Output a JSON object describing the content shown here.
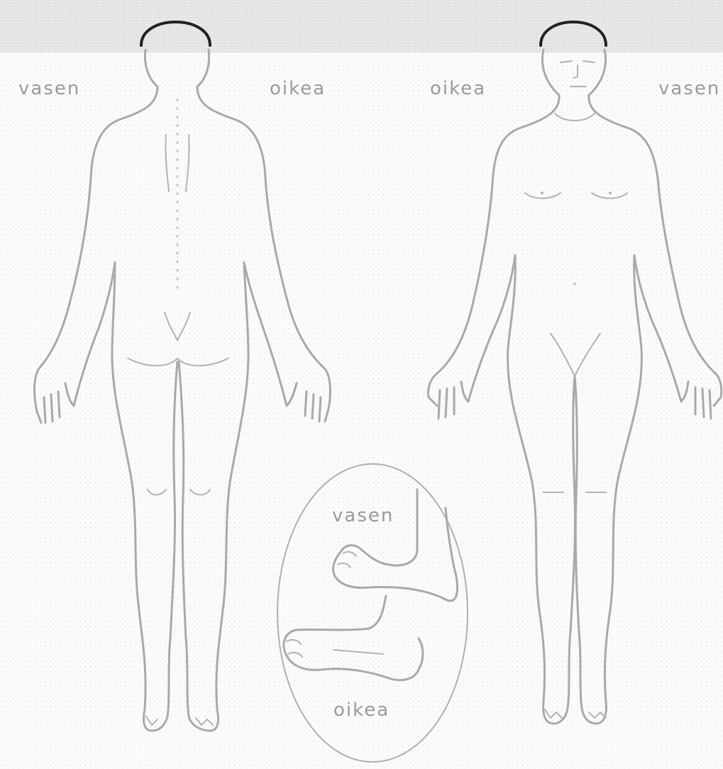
{
  "labels": {
    "back_left": "vasen",
    "back_right": "oikea",
    "front_right": "oikea",
    "front_left": "vasen",
    "feet_left": "vasen",
    "feet_right": "oikea"
  },
  "colors": {
    "outline": "#a9a9a9",
    "hair": "#222222",
    "label": "#9a9a9a",
    "background": "#ffffff",
    "header_band": "#e4e4e4"
  }
}
